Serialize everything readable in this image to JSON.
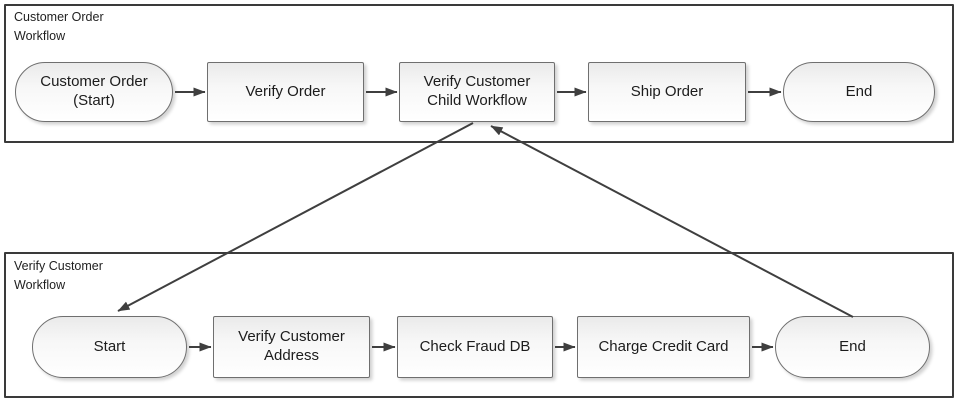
{
  "diagram": {
    "type": "flowchart",
    "colors": {
      "container_border": "#3a3a3a",
      "node_border": "#6f6f6f",
      "node_fill_top": "#eaeaea",
      "node_fill_bottom": "#ffffff",
      "arrow": "#3f3f3f",
      "text": "#1c1c1c",
      "background": "#ffffff"
    },
    "workflows": [
      {
        "title": "Customer Order Workflow",
        "nodes": [
          {
            "label": "Customer Order (Start)",
            "shape": "terminator"
          },
          {
            "label": "Verify Order",
            "shape": "process"
          },
          {
            "label": "Verify Customer Child Workflow",
            "shape": "process"
          },
          {
            "label": "Ship Order",
            "shape": "process"
          },
          {
            "label": "End",
            "shape": "terminator"
          }
        ]
      },
      {
        "title": "Verify Customer Workflow",
        "nodes": [
          {
            "label": "Start",
            "shape": "terminator"
          },
          {
            "label": "Verify Customer Address",
            "shape": "process"
          },
          {
            "label": "Check Fraud DB",
            "shape": "process"
          },
          {
            "label": "Charge Credit Card",
            "shape": "process"
          },
          {
            "label": "End",
            "shape": "terminator"
          }
        ]
      }
    ],
    "edges": [
      {
        "from": "Customer Order (Start)",
        "to": "Verify Order"
      },
      {
        "from": "Verify Order",
        "to": "Verify Customer Child Workflow"
      },
      {
        "from": "Verify Customer Child Workflow",
        "to": "Ship Order"
      },
      {
        "from": "Ship Order",
        "to": "End"
      },
      {
        "from": "Verify Customer Child Workflow",
        "to": "Start"
      },
      {
        "from": "Start",
        "to": "Verify Customer Address"
      },
      {
        "from": "Verify Customer Address",
        "to": "Check Fraud DB"
      },
      {
        "from": "Check Fraud DB",
        "to": "Charge Credit Card"
      },
      {
        "from": "Charge Credit Card",
        "to": "End"
      },
      {
        "from": "End",
        "to": "Verify Customer Child Workflow"
      }
    ]
  }
}
